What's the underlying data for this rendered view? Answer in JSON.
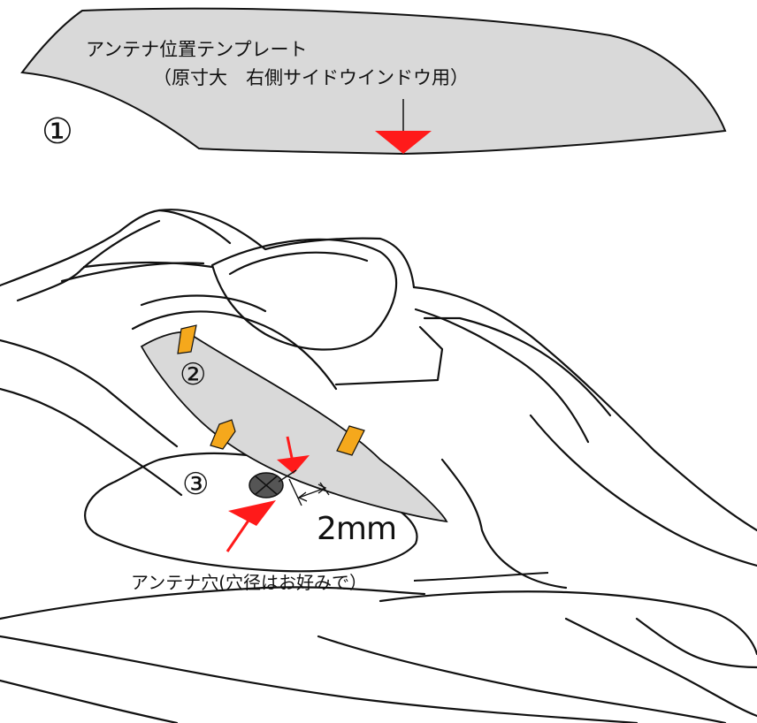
{
  "template": {
    "title": "アンテナ位置テンプレート",
    "subtitle": "（原寸大　右側サイドウインドウ用）",
    "step_number": "①"
  },
  "body_view": {
    "step2_label": "②",
    "step3_label": "③",
    "dimension_label": "2mm",
    "hole_label": "アンテナ穴(穴径はお好みで）"
  },
  "colors": {
    "template_fill": "#d9d9d9",
    "marker_red": "#ff1a1a",
    "tape_orange": "#f5a81c",
    "hole_fill": "#555555",
    "line": "#111111"
  }
}
